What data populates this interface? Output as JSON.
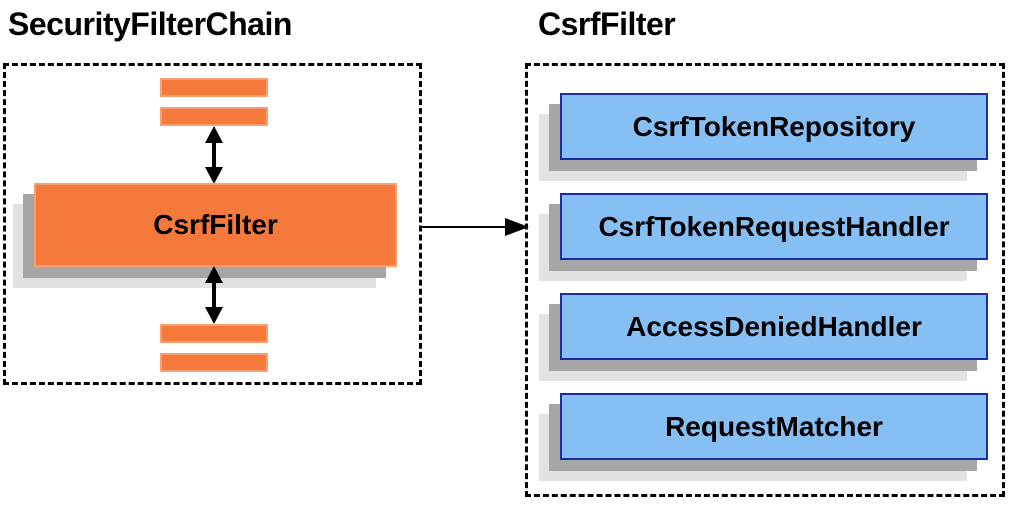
{
  "diagram": {
    "left_group": {
      "title": "SecurityFilterChain",
      "filter_box_label": "CsrfFilter"
    },
    "right_group": {
      "title": "CsrfFilter",
      "components": [
        "CsrfTokenRepository",
        "CsrfTokenRequestHandler",
        "AccessDeniedHandler",
        "RequestMatcher"
      ]
    },
    "colors": {
      "orange_fill": "#f4793b",
      "orange_border": "#f79e72",
      "blue_fill": "#85bff4",
      "blue_border": "#1b2ca8",
      "shadow_dark": "#a6a6a6",
      "shadow_light": "#e2e2e2",
      "line_black": "#000000"
    }
  }
}
